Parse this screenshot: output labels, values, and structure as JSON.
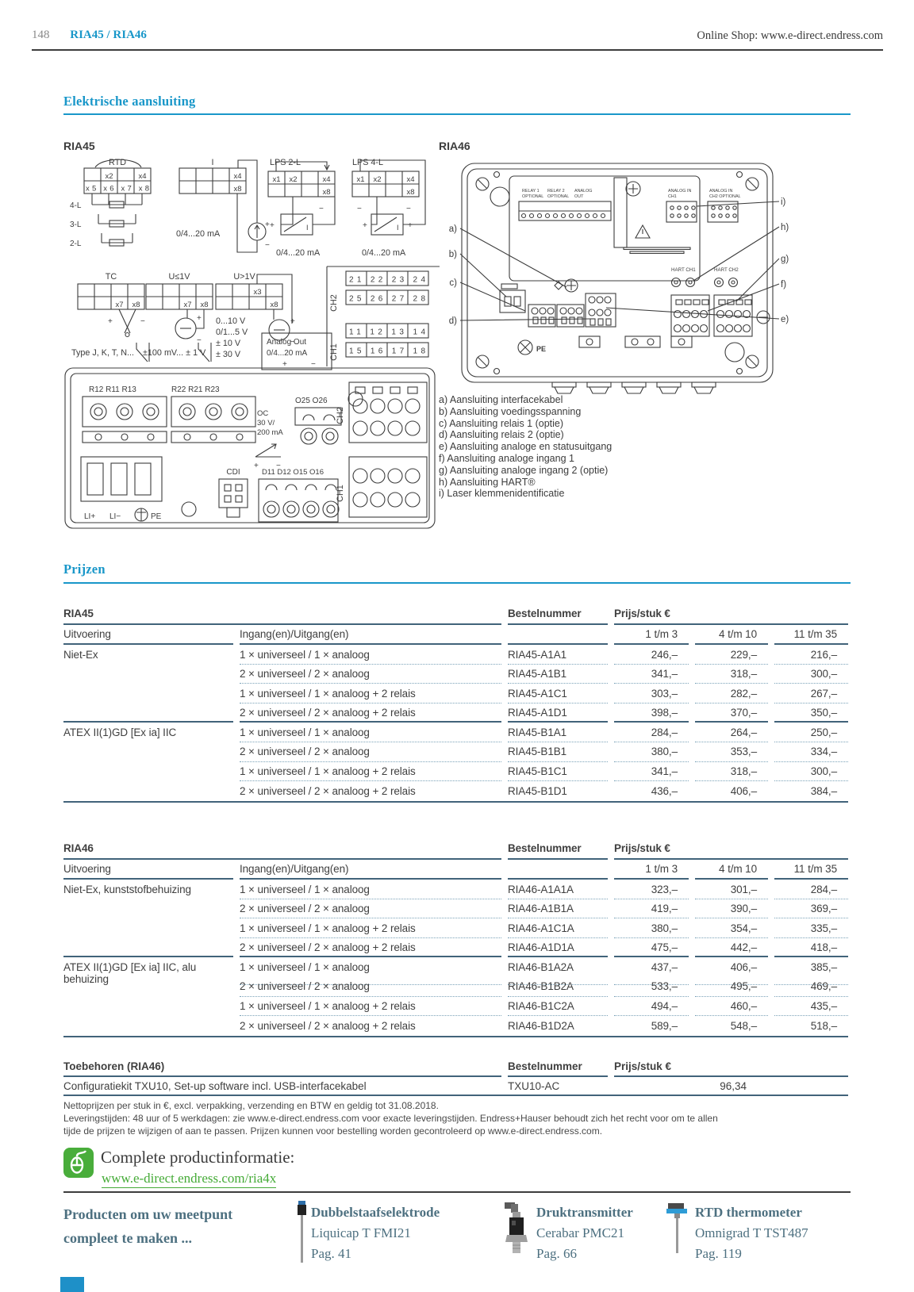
{
  "page": {
    "number": "148",
    "title": "RIA45 / RIA46",
    "shop": "Online Shop: www.e-direct.endress.com"
  },
  "sections": {
    "electrical": "Elektrische aansluiting",
    "prices": "Prijzen"
  },
  "d45": {
    "title": "RIA45",
    "rtd": "RTD",
    "cur": "I",
    "lps2": "LPS 2-L",
    "lps4": "LPS 4-L",
    "x1": "x1",
    "x2": "x2",
    "x3": "x3",
    "x4": "x4",
    "x7": "x7",
    "x8": "x8",
    "xrow": "x5 x6 x7 x8",
    "l4": "4-L",
    "l3": "3-L",
    "l2": "2-L",
    "ma": "0/4...20 mA",
    "tc": "TC",
    "ule": "U≤1V",
    "ugt": "U>1V",
    "type": "Type J, K, T, N...",
    "mv": "±100 mV... ± 1 V",
    "v1": "0...10 V",
    "v2": "0/1...5 V",
    "v3": "± 10 V",
    "v4": "± 30 V",
    "ch1": "CH1",
    "ch2": "CH2",
    "ch2r1": "21 22 23 24",
    "ch2r2": "25 26 27 28",
    "ch1r1": "11 12 13 14",
    "ch1r2": "15 16 17 18",
    "ao1": "Analog Out",
    "ao2": "0/4...20 mA",
    "r1": "R12 R11 R13",
    "r2": "R22 R21 R23",
    "o25": "O25 O26",
    "oc1": "OC",
    "oc2": "30 V/",
    "oc3": "200 mA",
    "dio": "D11 D12 O15 O16",
    "cdi": "CDI",
    "lip": "LI+",
    "lim": "LI−",
    "pe": "PE",
    "plus": "+",
    "minus": "−"
  },
  "d46": {
    "title": "RIA46",
    "relay1": "RELAY 1",
    "relay2": "RELAY 2",
    "analog": "ANALOG",
    "opt1": "OPTIONAL",
    "opt2": "OPTIONAL",
    "out": "OUT",
    "ain1a": "ANALOG IN",
    "ain1b": "CH1",
    "ain2a": "ANALOG IN",
    "ain2b": "CH2 OPTIONAL",
    "hart1": "HART CH1",
    "hart2": "HART CH2",
    "pe": "PE",
    "ca": "a)",
    "cb": "b)",
    "cc": "c)",
    "cd": "d)",
    "ce": "e)",
    "cf": "f)",
    "cg": "g)",
    "ch": "h)",
    "ci": "i)",
    "legend": [
      "a) Aansluiting interfacekabel",
      "b) Aansluiting voedingsspanning",
      "c) Aansluiting relais 1 (optie)",
      "d) Aansluiting relais 2 (optie)",
      "e) Aansluiting analoge en statusuitgang",
      "f) Aansluiting analoge ingang 1",
      "g) Aansluiting analoge ingang 2 (optie)",
      "h) Aansluiting HART®",
      "i) Laser klemmenidentificatie"
    ]
  },
  "t45": {
    "title": "RIA45",
    "bestel": "Bestelnummer",
    "prijs": "Prijs/stuk €",
    "uitvoering": "Uitvoering",
    "io": "Ingang(en)/Uitgang(en)",
    "q1": "1 t/m 3",
    "q2": "4 t/m 10",
    "q3": "11 t/m 35",
    "rows": [
      {
        "uit": "Niet-Ex",
        "io": "1 × universeel / 1 × analoog",
        "nr": "RIA45-A1A1",
        "p1": "246,–",
        "p2": "229,–",
        "p3": "216,–",
        "cls": ""
      },
      {
        "uit": "",
        "io": "2 × universeel / 2 × analoog",
        "nr": "RIA45-A1B1",
        "p1": "341,–",
        "p2": "318,–",
        "p3": "300,–",
        "cls": ""
      },
      {
        "uit": "",
        "io": "1 × universeel / 1 × analoog + 2 relais",
        "nr": "RIA45-A1C1",
        "p1": "303,–",
        "p2": "282,–",
        "p3": "267,–",
        "cls": ""
      },
      {
        "uit": "",
        "io": "2 × universeel / 2 × analoog + 2 relais",
        "nr": "RIA45-A1D1",
        "p1": "398,–",
        "p2": "370,–",
        "p3": "350,–",
        "cls": "group-end"
      },
      {
        "uit": "ATEX II(1)GD [Ex ia] IIC",
        "io": "1 × universeel / 1 × analoog",
        "nr": "RIA45-B1A1",
        "p1": "284,–",
        "p2": "264,–",
        "p3": "250,–",
        "cls": ""
      },
      {
        "uit": "",
        "io": "2 × universeel / 2 × analoog",
        "nr": "RIA45-B1B1",
        "p1": "380,–",
        "p2": "353,–",
        "p3": "334,–",
        "cls": ""
      },
      {
        "uit": "",
        "io": "1 × universeel / 1 × analoog + 2 relais",
        "nr": "RIA45-B1C1",
        "p1": "341,–",
        "p2": "318,–",
        "p3": "300,–",
        "cls": ""
      },
      {
        "uit": "",
        "io": "2 × universeel / 2 × analoog + 2 relais",
        "nr": "RIA45-B1D1",
        "p1": "436,–",
        "p2": "406,–",
        "p3": "384,–",
        "cls": "last"
      }
    ]
  },
  "t46": {
    "title": "RIA46",
    "bestel": "Bestelnummer",
    "prijs": "Prijs/stuk €",
    "uitvoering": "Uitvoering",
    "io": "Ingang(en)/Uitgang(en)",
    "q1": "1 t/m 3",
    "q2": "4 t/m 10",
    "q3": "11 t/m 35",
    "rows": [
      {
        "uit": "Niet-Ex, kunststofbehuizing",
        "io": "1 × universeel / 1 × analoog",
        "nr": "RIA46-A1A1A",
        "p1": "323,–",
        "p2": "301,–",
        "p3": "284,–",
        "cls": ""
      },
      {
        "uit": "",
        "io": "2 × universeel / 2 × analoog",
        "nr": "RIA46-A1B1A",
        "p1": "419,–",
        "p2": "390,–",
        "p3": "369,–",
        "cls": ""
      },
      {
        "uit": "",
        "io": "1 × universeel / 1 × analoog + 2 relais",
        "nr": "RIA46-A1C1A",
        "p1": "380,–",
        "p2": "354,–",
        "p3": "335,–",
        "cls": ""
      },
      {
        "uit": "",
        "io": "2 × universeel / 2 × analoog + 2 relais",
        "nr": "RIA46-A1D1A",
        "p1": "475,–",
        "p2": "442,–",
        "p3": "418,–",
        "cls": "group-end"
      },
      {
        "uit": "ATEX II(1)GD [Ex ia] IIC, alu behuizing",
        "io": "1 × universeel / 1 × analoog",
        "nr": "RIA46-B1A2A",
        "p1": "437,–",
        "p2": "406,–",
        "p3": "385,–",
        "cls": ""
      },
      {
        "uit": "",
        "io": "2 × universeel / 2 × analoog",
        "nr": "RIA46-B1B2A",
        "p1": "533,–",
        "p2": "495,–",
        "p3": "469,–",
        "cls": ""
      },
      {
        "uit": "",
        "io": "1 × universeel / 1 × analoog + 2 relais",
        "nr": "RIA46-B1C2A",
        "p1": "494,–",
        "p2": "460,–",
        "p3": "435,–",
        "cls": ""
      },
      {
        "uit": "",
        "io": "2 × universeel / 2 × analoog + 2 relais",
        "nr": "RIA46-B1D2A",
        "p1": "589,–",
        "p2": "548,–",
        "p3": "518,–",
        "cls": "last"
      }
    ]
  },
  "acc": {
    "title": "Toebehoren (RIA46)",
    "bestel": "Bestelnummer",
    "prijs": "Prijs/stuk €",
    "desc": "Configuratiekit TXU10, Set-up software incl. USB-interfacekabel",
    "nr": "TXU10-AC",
    "price": "96,34"
  },
  "footnote": [
    "Nettoprijzen per stuk in €, excl. verpakking, verzending en BTW en geldig tot 31.08.2018.",
    "Leveringstijden: 48 uur of 5 werkdagen: zie www.e-direct.endress.com voor exacte leveringstijden. Endress+Hauser behoudt zich het recht voor om te allen",
    "tijde de prijzen te wijzigen of aan te passen. Prijzen kunnen voor bestelling worden gecontroleerd op www.e-direct.endress.com."
  ],
  "info": {
    "heading": "Complete productinformatie:",
    "url": "www.e-direct.endress.com/ria4x"
  },
  "teasers": {
    "lead1": "Producten om uw meetpunt",
    "lead2": "compleet te maken ...",
    "items": [
      {
        "title": "Dubbelstaafselektrode",
        "model": "Liquicap T FMI21",
        "page": "Pag. 41"
      },
      {
        "title": "Druktransmitter",
        "model": "Cerabar PMC21",
        "page": "Pag. 66"
      },
      {
        "title": "RTD thermometer",
        "model": "Omnigrad T TST487",
        "page": "Pag. 119"
      }
    ]
  }
}
